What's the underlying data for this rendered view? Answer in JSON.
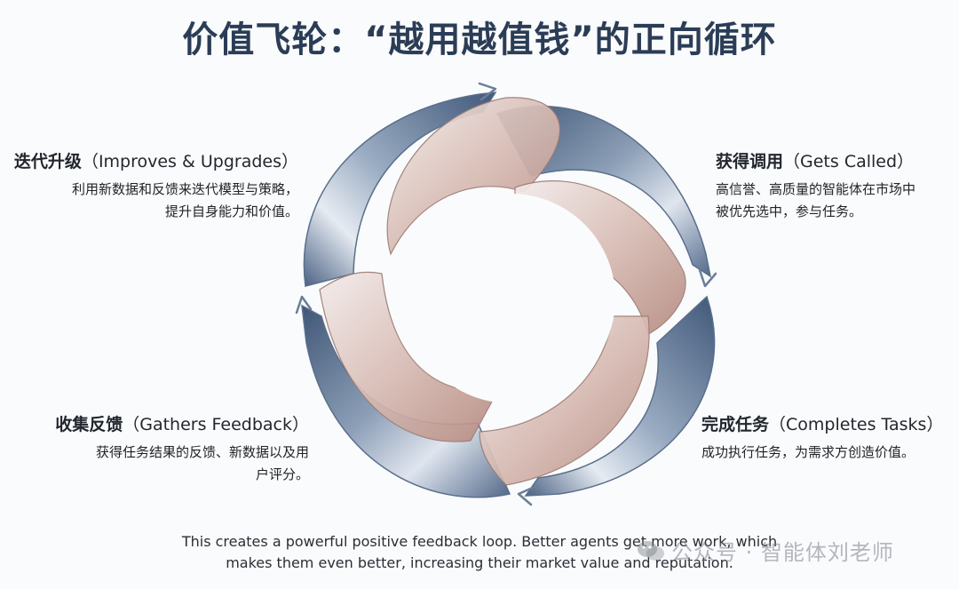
{
  "title": "价值飞轮：“越用越值钱”的正向循环",
  "stages": {
    "improves": {
      "heading_cn": "迭代升级",
      "heading_en": "（Improves & Upgrades）",
      "line1": "利用新数据和反馈来迭代模型与策略，",
      "line2": "提升自身能力和价值。"
    },
    "called": {
      "heading_cn": "获得调用",
      "heading_en": "（Gets Called）",
      "line1": "高信誉、高质量的智能体在市场中",
      "line2": "被优先选中，参与任务。"
    },
    "feedback": {
      "heading_cn": "收集反馈",
      "heading_en": "（Gathers Feedback）",
      "line1": "获得任务结果的反馈、新数据以及用",
      "line2": "户评分。"
    },
    "completes": {
      "heading_cn": "完成任务",
      "heading_en": "（Completes Tasks）",
      "line1": "成功执行任务，为需求方创造价值。"
    }
  },
  "footer": {
    "line1": "This creates a powerful positive feedback loop. Better agents get more work, which",
    "line2": "makes them even better, increasing their market value and reputation."
  },
  "watermark": "公众号 · 智能体刘老师",
  "colors": {
    "title": "#2b3d56",
    "arrow_outer": "#5a6f8c",
    "arrow_inner": "#c9a9a0"
  }
}
